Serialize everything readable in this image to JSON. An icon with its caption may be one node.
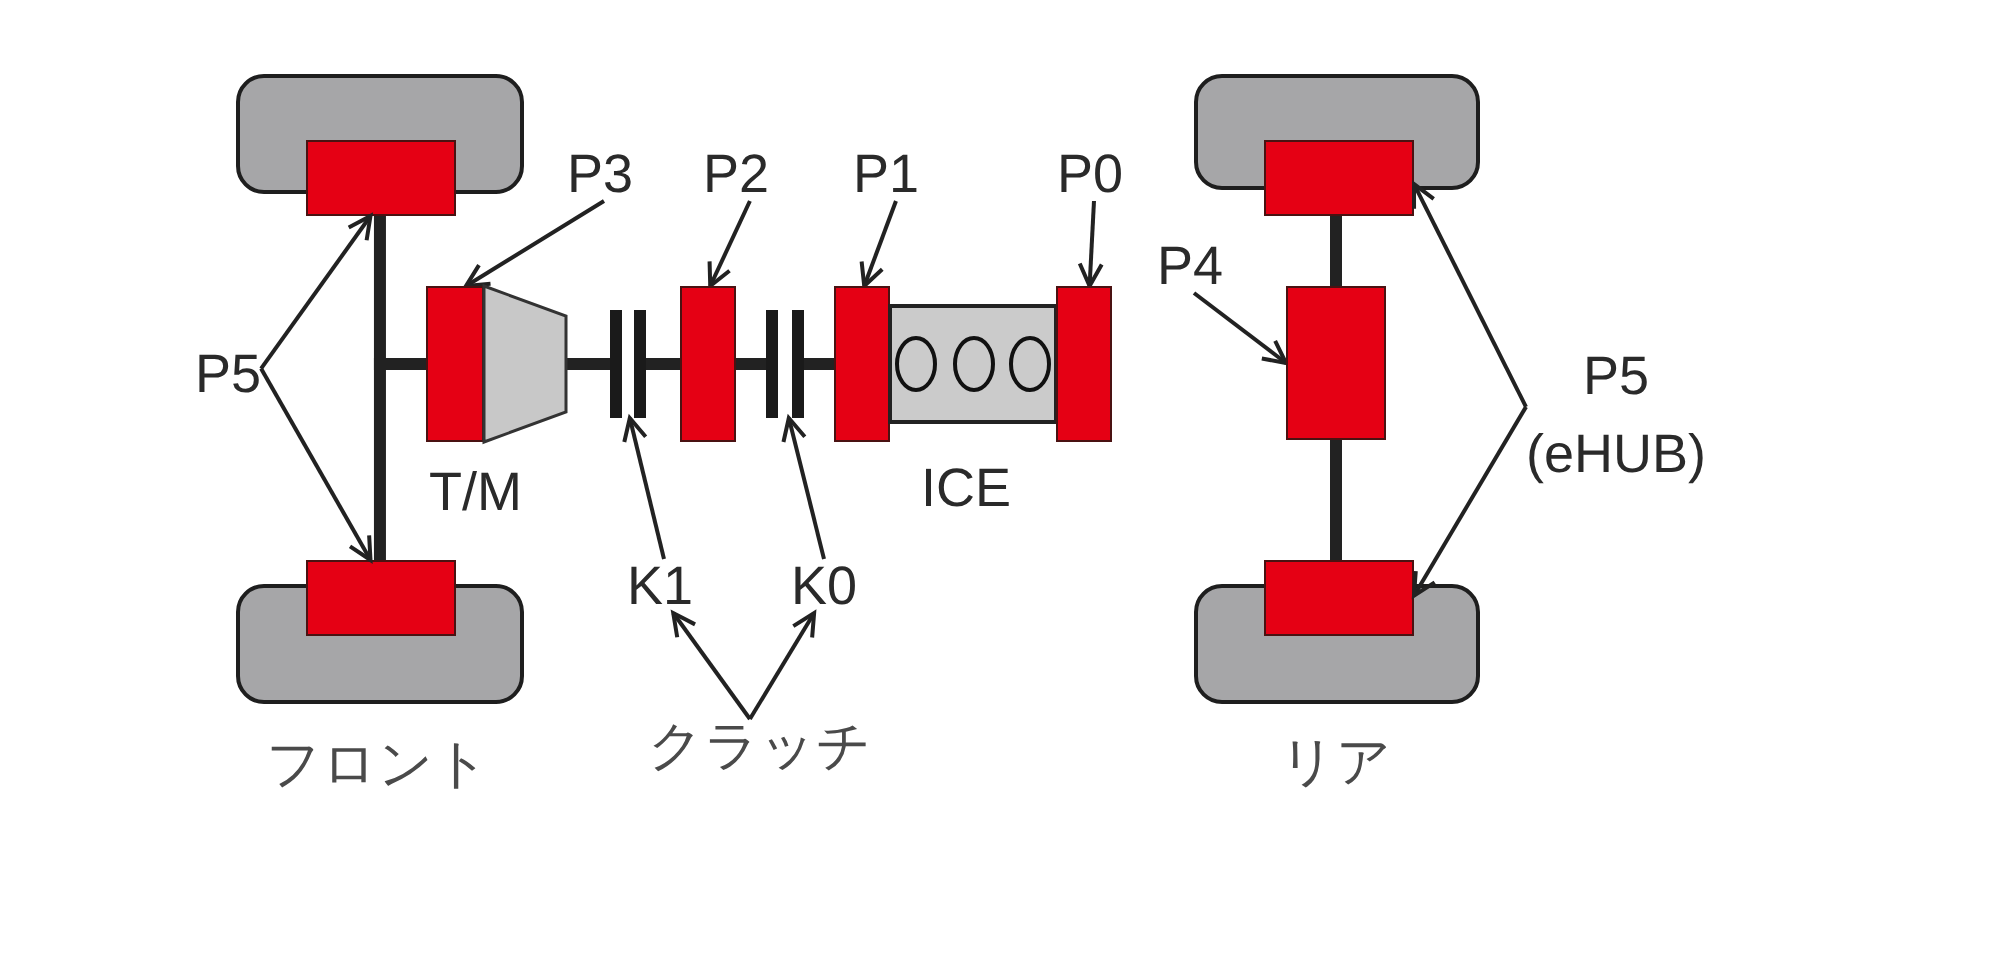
{
  "diagram": {
    "nodes": [
      {
        "text": [
          "P3"
        ]
      },
      {
        "text": [
          "P2"
        ]
      },
      {
        "text": [
          "P1"
        ]
      },
      {
        "text": [
          "P0"
        ]
      },
      {
        "text": [
          "P5"
        ]
      },
      {
        "text": [],
        "shape": "box"
      },
      {
        "text": [],
        "shape": "box"
      },
      {
        "text": [],
        "shape": "box"
      },
      {
        "text": [],
        "shape": "trapezoid",
        "beside": [
          "T/M"
        ]
      },
      {
        "text": [],
        "shape": "bar"
      },
      {
        "text": [],
        "shape": "box"
      },
      {
        "text": [],
        "shape": "bar"
      },
      {
        "text": [],
        "shape": "box"
      },
      {
        "text": [],
        "shape": "box",
        "beside": [
          "ICE"
        ]
      },
      {
        "text": [],
        "shape": "box"
      },
      {
        "text": [
          "P4"
        ]
      },
      {
        "text": [],
        "shape": "box"
      },
      {
        "text": [],
        "shape": "box"
      },
      {
        "text": [],
        "shape": "box"
      },
      {
        "text": [
          "P5 (eHUB)"
        ]
      },
      {
        "text": [],
        "shape": "box"
      },
      {
        "text": [],
        "shape": "box"
      },
      {
        "text": [],
        "shape": "box"
      },
      {
        "text": [],
        "shape": "box"
      },
      {
        "text": [
          "K1"
        ]
      },
      {
        "text": [
          "K0"
        ]
      },
      {
        "text": [
          "クラッチ"
        ]
      }
    ],
    "edges": [
      {
        "from": 0,
        "to": 7,
        "arrow": "to"
      },
      {
        "from": 1,
        "to": 10,
        "arrow": "to"
      },
      {
        "from": 2,
        "to": 12,
        "arrow": "to"
      },
      {
        "from": 3,
        "to": 14,
        "arrow": "to"
      },
      {
        "from": 4,
        "to": 6,
        "arrow": "to"
      },
      {
        "from": 4,
        "to": 21,
        "arrow": "to"
      },
      {
        "from": 15,
        "to": 18,
        "arrow": "to"
      },
      {
        "from": 19,
        "to": 17,
        "arrow": "to"
      },
      {
        "from": 19,
        "to": 23,
        "arrow": "to"
      },
      {
        "from": 24,
        "to": 9,
        "arrow": "to"
      },
      {
        "from": 25,
        "to": 11,
        "arrow": "to"
      },
      {
        "from": 26,
        "to": 24,
        "arrow": "to"
      },
      {
        "from": 26,
        "to": 25,
        "arrow": "to"
      },
      {
        "from": 7,
        "to": 6,
        "arrow": "none",
        "style": "thick"
      },
      {
        "from": 7,
        "to": 21,
        "arrow": "none",
        "style": "thick"
      },
      {
        "from": 8,
        "to": 9,
        "arrow": "none",
        "style": "thick"
      },
      {
        "from": 9,
        "to": 10,
        "arrow": "none",
        "style": "thick"
      },
      {
        "from": 10,
        "to": 11,
        "arrow": "none",
        "style": "thick"
      },
      {
        "from": 11,
        "to": 12,
        "arrow": "none",
        "style": "thick"
      },
      {
        "from": 17,
        "to": 18,
        "arrow": "none",
        "style": "thick"
      },
      {
        "from": 18,
        "to": 23,
        "arrow": "none",
        "style": "thick"
      }
    ],
    "labels": [
      "フロント",
      "リア"
    ]
  }
}
